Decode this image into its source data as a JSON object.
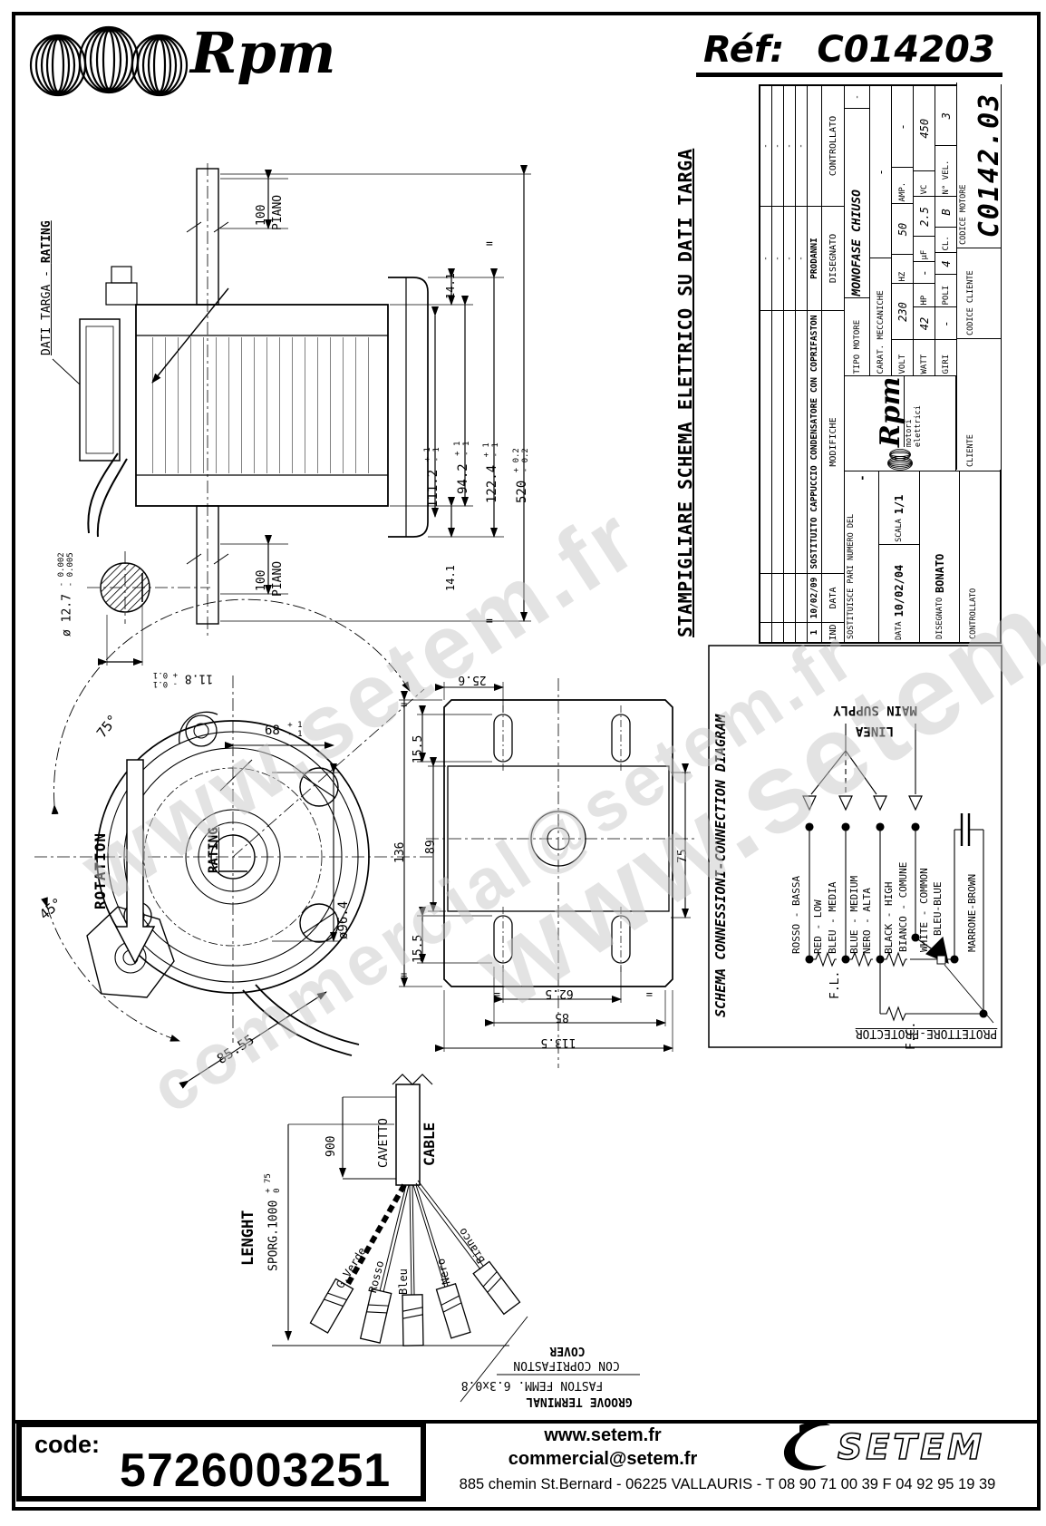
{
  "header": {
    "brand": "Rpm",
    "ref_label": "Réf:",
    "ref_value": "C014203"
  },
  "stamp_note": "STAMPIGLIARE SCHEMA ELETTRICO SU DATI TARGA",
  "titleblock": {
    "rev_headers": {
      "ind": "IND",
      "data": "DATA",
      "mod": "MODIFICHE",
      "dis": "DISEGNATO",
      "con": "CONTROLLATO"
    },
    "rev_empty_dash": "-",
    "rev_row": {
      "ind": "1",
      "data": "10/02/09",
      "mod": "SOSTITUITO CAPPUCCIO CONDENSATORE CON COPRIFASTON",
      "dis": "PRODANNI"
    },
    "sostituisce_label": "SOSTITUISCE PARI NUMERO DEL",
    "sostituisce_value": "-",
    "data_label": "DATA",
    "data_value": "10/02/04",
    "scala_label": "SCALA",
    "scala_value": "1/1",
    "disegnato_label": "DISEGNATO",
    "disegnato_value": "BONATO",
    "controllato_label": "CONTROLLATO",
    "logo_text": "Rpm",
    "logo_sub": "motori elettrici",
    "tipo_label": "TIPO MOTORE",
    "tipo_value": "MONOFASE CHIUSO",
    "tipo_dash": "-",
    "carat_label": "CARAT. MECCANICHE",
    "carat_value": "-",
    "volt_label": "VOLT",
    "volt_value": "230",
    "hz_label": "HZ",
    "hz_value": "50",
    "amp_label": "AMP.",
    "amp_value": "-",
    "watt_label": "WATT",
    "watt_value": "42",
    "hp_label": "HP",
    "hp_value": "-",
    "uf_label": "µF",
    "uf_value": "2.5",
    "vc_label": "VC",
    "vc_value": "450",
    "giri_label": "GIRI",
    "giri_value": "-",
    "poli_label": "POLI",
    "poli_value": "4",
    "cl_label": "CL.",
    "cl_value": "B",
    "nvel_label": "N° VEL.",
    "nvel_value": "3",
    "cliente_label": "CLIENTE",
    "codcli_label": "CODICE CLIENTE",
    "codmot_label": "CODICE MOTORE",
    "codmot_value": "C0142.03"
  },
  "drawing1": {
    "dati_targa": "DATI TARGA - ",
    "rating": "RATING",
    "d100": "100",
    "piano": "PIANO",
    "d141": "14.1",
    "eq": "=",
    "d1112": "111.2",
    "d942": "94.2",
    "d1224": "122.4",
    "d520": "520",
    "tol_p1": "+ 1",
    "tol_m1": "- 1",
    "tol_p02": "+ 0.2",
    "tol_m02": "- 0.2",
    "dia127": "ø 12.7",
    "dia127_t1": "- 0.002",
    "dia127_t2": "- 0.005",
    "d118": "11.8",
    "d118_tp": "+ 0.1",
    "d118_tm": "- 0.1"
  },
  "drawing2": {
    "rotation": "ROTATION",
    "rating": "RATING",
    "deg75": "75°",
    "deg45": "45°",
    "d8555": "85.55",
    "dia964": "ø96.4",
    "d68": "68",
    "tol_p1": "+ 1",
    "tol_m1": "- 1"
  },
  "flange": {
    "d256": "25.6",
    "d155": "15.5",
    "d89": "89",
    "d136": "136",
    "d75": "75",
    "d625": "62.5",
    "d85": "85",
    "d1135": "113.5",
    "eq": "="
  },
  "cable": {
    "d900": "900",
    "cavetto": "CAVETTO",
    "cable": "CABLE",
    "lenght": "LENGHT",
    "sporg": "SPORG.1000",
    "tol_p": "+ 75",
    "tol_m": "0",
    "w1": "G.Verde",
    "w2": "Rosso",
    "w3": "Bleu",
    "w4": "Nero",
    "w5": "Bianco",
    "cover": "COVER",
    "coprifaston": "CON COPRIFASTON",
    "faston": "FASTON FEMM. 6.3x0.8",
    "groove": "GROOVE TERMINAL"
  },
  "schema": {
    "title": "SCHEMA CONNESSIONI-CONNECTION DIAGRAM",
    "linea": "LINEA",
    "main": "MAIN SUPPLY",
    "w1_it": "ROSSO - BASSA",
    "w1_en": "RED - LOW",
    "w2_it": "BLEU - MEDIA",
    "w2_en": "BLUE - MEDIUM",
    "w3_it": "NERO - ALTA",
    "w3_en": "BLACK - HIGH",
    "w4_it": "BIANCO - COMUNE",
    "w4_en": "WHITE - COMMON",
    "bleu_blue": "BLEU-BLUE",
    "marrone": "MARRONE-BROWN",
    "fl": "F.L.",
    "fc": "F.C.",
    "prot": "PROTETTORE-PROTECTOR"
  },
  "footer": {
    "code_label": "code:",
    "code_value": "5726003251",
    "web": "www.setem.fr",
    "email": "commercial@setem.fr",
    "address": "885 chemin St.Bernard  -  06225 VALLAURIS  -  T 08 90 71 00 39   F 04 92 95 19 39",
    "setem": "SETEM"
  },
  "watermark": {
    "wm1": "www.setem.fr",
    "wm2": "commercial@setem.fr",
    "wm3": "www.setem.fr"
  }
}
